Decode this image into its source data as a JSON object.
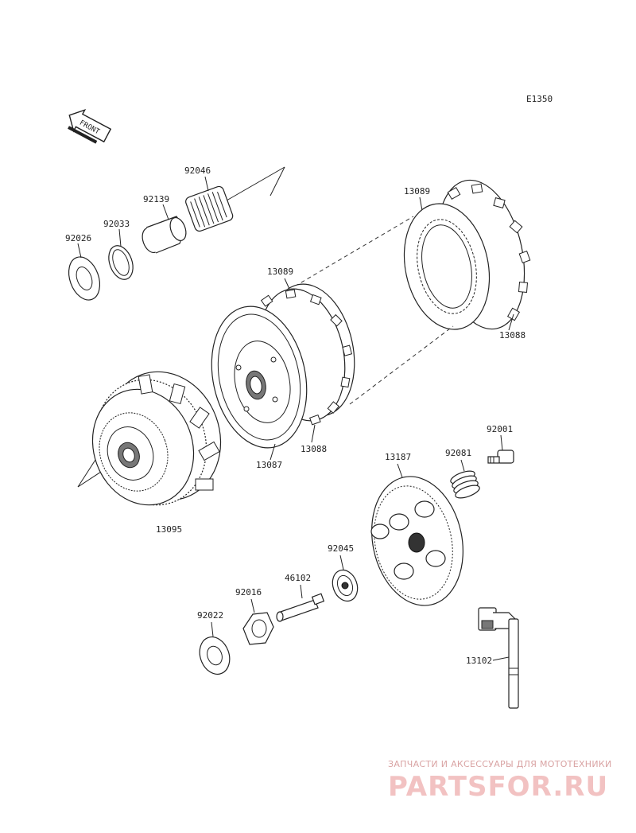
{
  "diagram_code": "E1350",
  "front_label": "FRONT",
  "parts": {
    "p92046": "92046",
    "p92139": "92139",
    "p92033": "92033",
    "p92026": "92026",
    "p13089_top": "13089",
    "p13089_mid": "13089",
    "p13088_right": "13088",
    "p13087": "13087",
    "p13088_lower": "13088",
    "p13095": "13095",
    "p92001": "92001",
    "p13187": "13187",
    "p92081": "92081",
    "p92045": "92045",
    "p46102": "46102",
    "p92016": "92016",
    "p92022": "92022",
    "p13102": "13102"
  },
  "watermark": {
    "tagline": "ЗАПЧАСТИ И АКСЕССУАРЫ ДЛЯ МОТОТЕХНИКИ",
    "logo": "PARTSFOR.RU"
  }
}
